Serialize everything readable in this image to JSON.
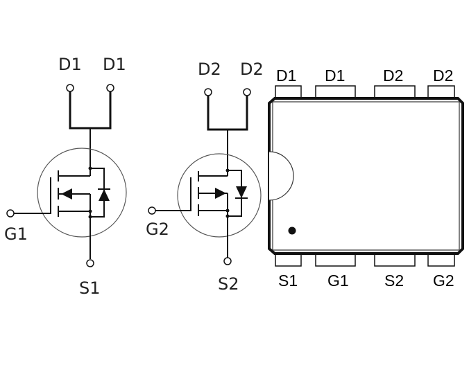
{
  "mosfet1": {
    "drain_left": "D1",
    "drain_right": "D1",
    "gate": "G1",
    "source": "S1"
  },
  "mosfet2": {
    "drain_left": "D2",
    "drain_right": "D2",
    "gate": "G2",
    "source": "S2"
  },
  "package": {
    "top_pins": [
      "D1",
      "D1",
      "D2",
      "D2"
    ],
    "bottom_pins": [
      "S1",
      "G1",
      "S2",
      "G2"
    ]
  }
}
